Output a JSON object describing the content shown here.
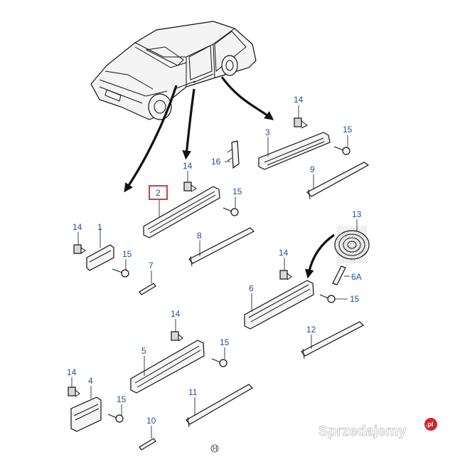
{
  "labels": {
    "l1": "1",
    "l2": "2",
    "l3": "3",
    "l4": "4",
    "l5": "5",
    "l6": "6",
    "l6a": "6A",
    "l7": "7",
    "l8": "8",
    "l9": "9",
    "l10": "10",
    "l11": "11",
    "l12": "12",
    "l13": "13",
    "l16": "16",
    "l14a": "14",
    "l14b": "14",
    "l14c": "14",
    "l14d": "14",
    "l14e": "14",
    "l14f": "14",
    "l15a": "15",
    "l15b": "15",
    "l15c": "15",
    "l15d": "15",
    "l15e": "15",
    "l15f": "15"
  },
  "highlighted_part": "2",
  "highlight_color": "#d9232d",
  "label_color": "#1f4f9c",
  "footer_code": "H",
  "watermark": {
    "text": "Sprzedajemy",
    "badge": ".pl"
  }
}
